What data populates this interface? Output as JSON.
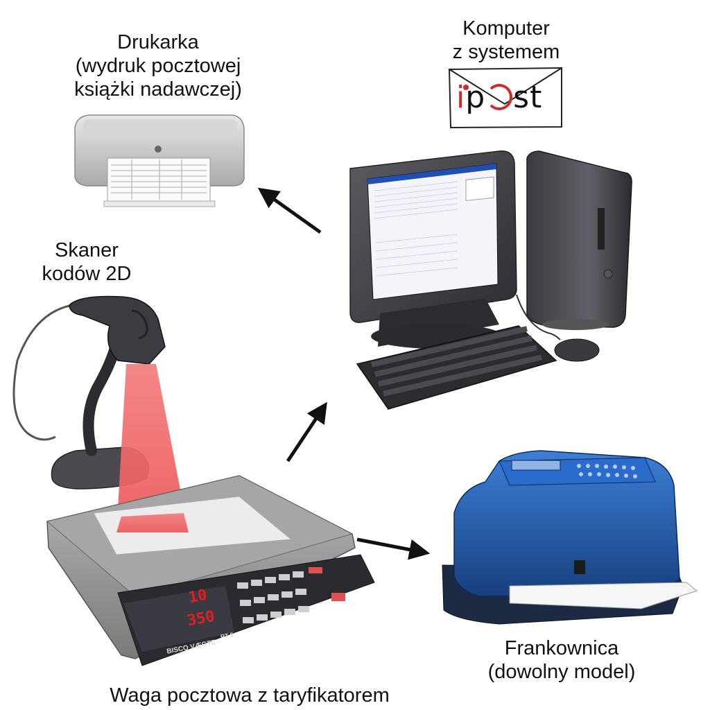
{
  "labels": {
    "printer": [
      "Drukarka",
      "(wydruk pocztowej",
      "książki nadawczej)"
    ],
    "computer": [
      "Komputer",
      "z systemem"
    ],
    "scanner": [
      "Skaner",
      "kodów 2D"
    ],
    "franking": [
      "Frankownica",
      "(dowolny model)"
    ],
    "scale": "Waga pocztowa z taryfikatorem"
  },
  "logo": {
    "text_i": "i",
    "text_p": "p",
    "text_st": "st"
  },
  "scale_display": {
    "weight": "10",
    "price": "350",
    "brand": "BISCO VÆGTE",
    "model": "PT 5"
  },
  "icons": [
    "printer-icon",
    "computer-icon",
    "scanner-icon",
    "scale-icon",
    "franking-machine-icon",
    "arrow-icon"
  ],
  "colors": {
    "logo_red": "#d12a2a",
    "beam": "#f07070",
    "franking_blue": "#1f5fb0",
    "display_red": "#e02020"
  }
}
